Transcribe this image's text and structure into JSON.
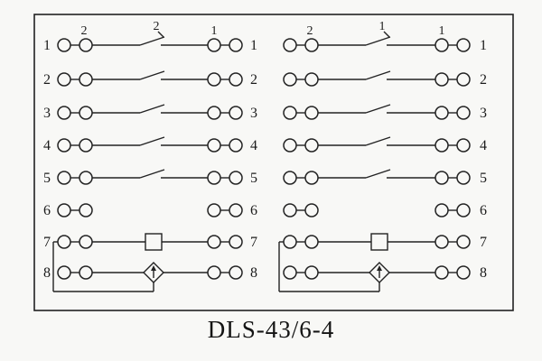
{
  "caption": "DLS-43/6-4",
  "colors": {
    "line": "#222222",
    "background": "#f8f8f6"
  },
  "diagram": {
    "rows": [
      {
        "label": "1",
        "type": "switch"
      },
      {
        "label": "2",
        "type": "switch"
      },
      {
        "label": "3",
        "type": "switch"
      },
      {
        "label": "4",
        "type": "switch"
      },
      {
        "label": "5",
        "type": "switch"
      },
      {
        "label": "6",
        "type": "plain"
      },
      {
        "label": "7",
        "type": "resistor"
      },
      {
        "label": "8",
        "type": "rectifier"
      }
    ],
    "blocks": [
      {
        "id": "left",
        "show_left_labels": true,
        "annotations": [
          {
            "text": "2",
            "slot": "left_pair"
          },
          {
            "text": "2",
            "slot": "contact"
          },
          {
            "text": "1",
            "slot": "right_pair"
          }
        ]
      },
      {
        "id": "right",
        "show_left_labels": false,
        "annotations": [
          {
            "text": "2",
            "slot": "left_pair"
          },
          {
            "text": "1",
            "slot": "contact"
          },
          {
            "text": "1",
            "slot": "right_pair"
          }
        ]
      }
    ]
  }
}
